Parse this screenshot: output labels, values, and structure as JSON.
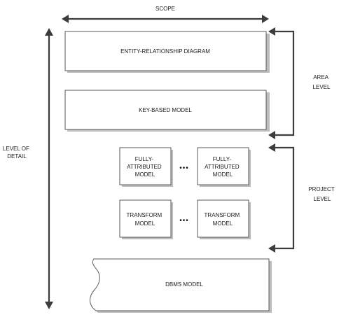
{
  "scope_label": "SCOPE",
  "level_of_detail_label": [
    "LEVEL OF",
    "DETAIL"
  ],
  "area_level_label": [
    "AREA",
    "LEVEL"
  ],
  "project_level_label": [
    "PROJECT",
    "LEVEL"
  ],
  "entity_relationship_label": "ENTITY-RELATIONSHIP DIAGRAM",
  "key_based_label": "KEY-BASED MODEL",
  "fully_attributed_left_label": [
    "FULLY-",
    "ATTRIBUTED",
    "MODEL"
  ],
  "fully_attributed_right_label": [
    "FULLY-",
    "ATTRIBUTED",
    "MODEL"
  ],
  "transform_left_label": [
    "TRANSFORM",
    "MODEL"
  ],
  "transform_right_label": [
    "TRANSFORM",
    "MODEL"
  ],
  "dbms_label": "DBMS MODEL",
  "ellipsis": "•••"
}
